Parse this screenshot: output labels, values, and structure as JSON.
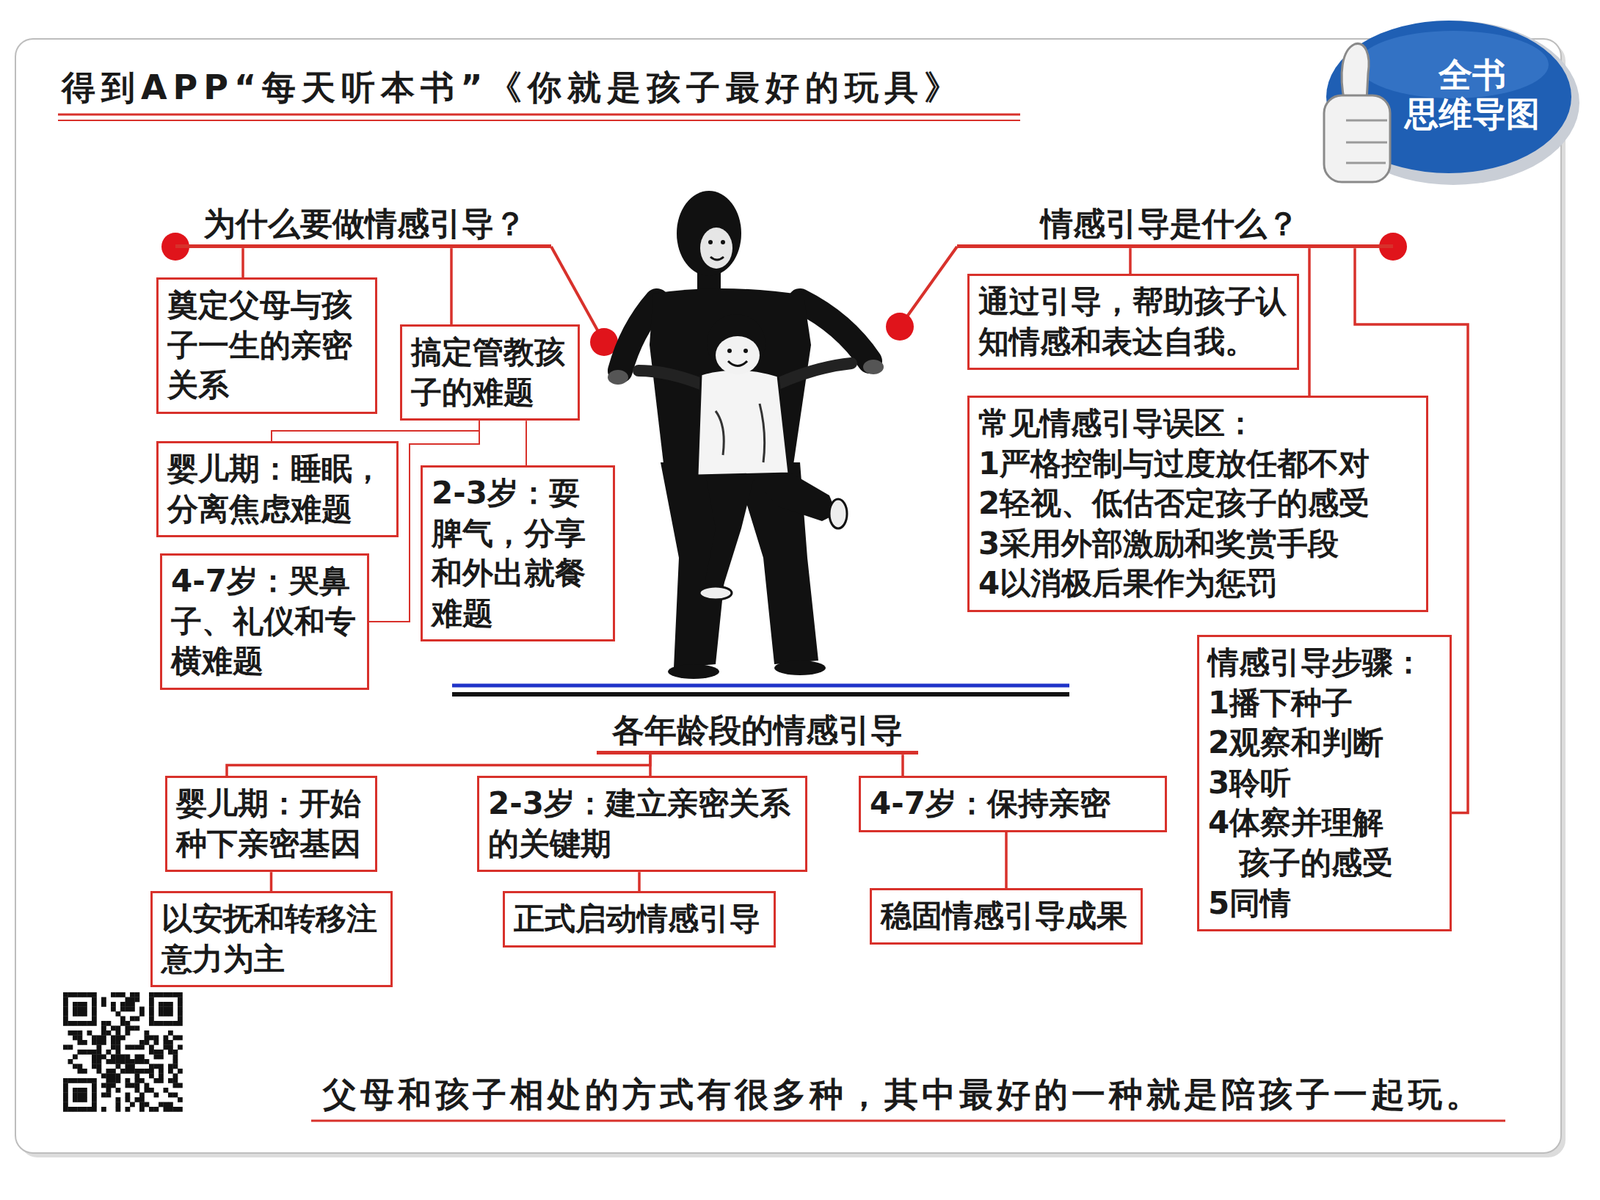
{
  "diagram": {
    "title": "得到APP“每天听本书”《你就是孩子最好的玩具》",
    "caption": "父母和孩子相处的方式有很多种，其中最好的一种就是陪孩子一起玩。",
    "nodes": [
      {
        "text": [
          "全书 思维导图"
        ]
      },
      {
        "text": [
          "为什么要做情感引导？"
        ]
      },
      {
        "text": [
          "奠定父母与孩子一生的亲密关系"
        ]
      },
      {
        "text": [
          "搞定管教孩子的难题"
        ]
      },
      {
        "text": [
          "婴儿期：睡眠，分离焦虑难题"
        ]
      },
      {
        "text": [
          "2-3岁：耍脾气，分享和外出就餐难题"
        ]
      },
      {
        "text": [
          "4-7岁：哭鼻子、礼仪和专横难题"
        ]
      },
      {
        "text": [
          "情感引导是什么？"
        ]
      },
      {
        "text": [
          "通过引导，帮助孩子认知情感和表达自我。"
        ]
      },
      {
        "text": [
          "常见情感引导误区：",
          "1严格控制与过度放任都不对",
          "2轻视、低估否定孩子的感受",
          "3采用外部激励和奖赏手段",
          "4以消极后果作为惩罚"
        ]
      },
      {
        "text": [
          "情感引导步骤：",
          "1播下种子",
          "2观察和判断",
          "3聆听",
          "4体察并理解 孩子的感受",
          "5同情"
        ]
      },
      {
        "text": [
          "各年龄段的情感引导"
        ]
      },
      {
        "text": [
          "婴儿期：开始种下亲密基因"
        ]
      },
      {
        "text": [
          "2-3岁：建立亲密关系的关键期"
        ]
      },
      {
        "text": [
          "4-7岁：保持亲密"
        ]
      },
      {
        "text": [
          "以安抚和转移注意力为主"
        ]
      },
      {
        "text": [
          "正式启动情感引导"
        ]
      },
      {
        "text": [
          "稳固情感引导成果"
        ]
      }
    ],
    "edges": [
      {
        "from": 1,
        "to": 2,
        "arrow": "none"
      },
      {
        "from": 1,
        "to": 3,
        "arrow": "none"
      },
      {
        "from": 3,
        "to": 4,
        "arrow": "none"
      },
      {
        "from": 3,
        "to": 5,
        "arrow": "none"
      },
      {
        "from": 3,
        "to": 6,
        "arrow": "none"
      },
      {
        "from": 7,
        "to": 8,
        "arrow": "none"
      },
      {
        "from": 7,
        "to": 9,
        "arrow": "none"
      },
      {
        "from": 7,
        "to": 10,
        "arrow": "none"
      },
      {
        "from": 11,
        "to": 12,
        "arrow": "none"
      },
      {
        "from": 11,
        "to": 13,
        "arrow": "none"
      },
      {
        "from": 11,
        "to": 14,
        "arrow": "none"
      },
      {
        "from": 12,
        "to": 15,
        "arrow": "none"
      },
      {
        "from": 13,
        "to": 16,
        "arrow": "none"
      },
      {
        "from": 14,
        "to": 17,
        "arrow": "none"
      }
    ]
  }
}
